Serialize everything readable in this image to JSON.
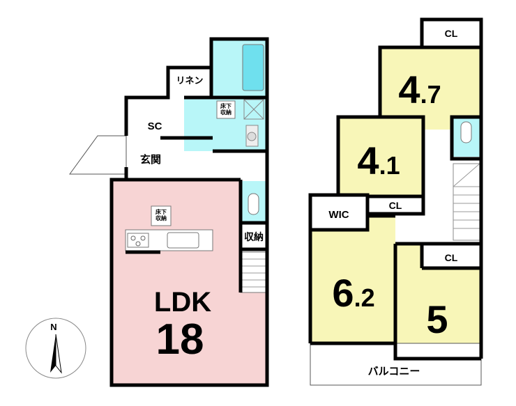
{
  "colors": {
    "ldk": "#f7d4d4",
    "bedroom": "#f8f6b8",
    "wet_area": "#b8f6f8",
    "tub": "#6fe0ee",
    "wall": "#000000"
  },
  "floor1": {
    "ldk_label": "LDK",
    "ldk_size": "18",
    "entrance": "玄関",
    "shoe_closet": "SC",
    "linen": "リネン",
    "storage": "収納",
    "underfloor_storage_1": "床下\n収納",
    "underfloor_storage_2": "床下\n収納"
  },
  "floor2": {
    "room_a_size_int": "4",
    "room_a_size_dec": ".7",
    "room_b_size_int": "4",
    "room_b_size_dec": ".1",
    "room_c_size_int": "6",
    "room_c_size_dec": ".2",
    "room_d_size": "5",
    "closet_a": "CL",
    "closet_b": "CL",
    "closet_d": "CL",
    "wic": "WIC",
    "balcony": "バルコニー"
  },
  "compass": {
    "north_label": "N"
  }
}
